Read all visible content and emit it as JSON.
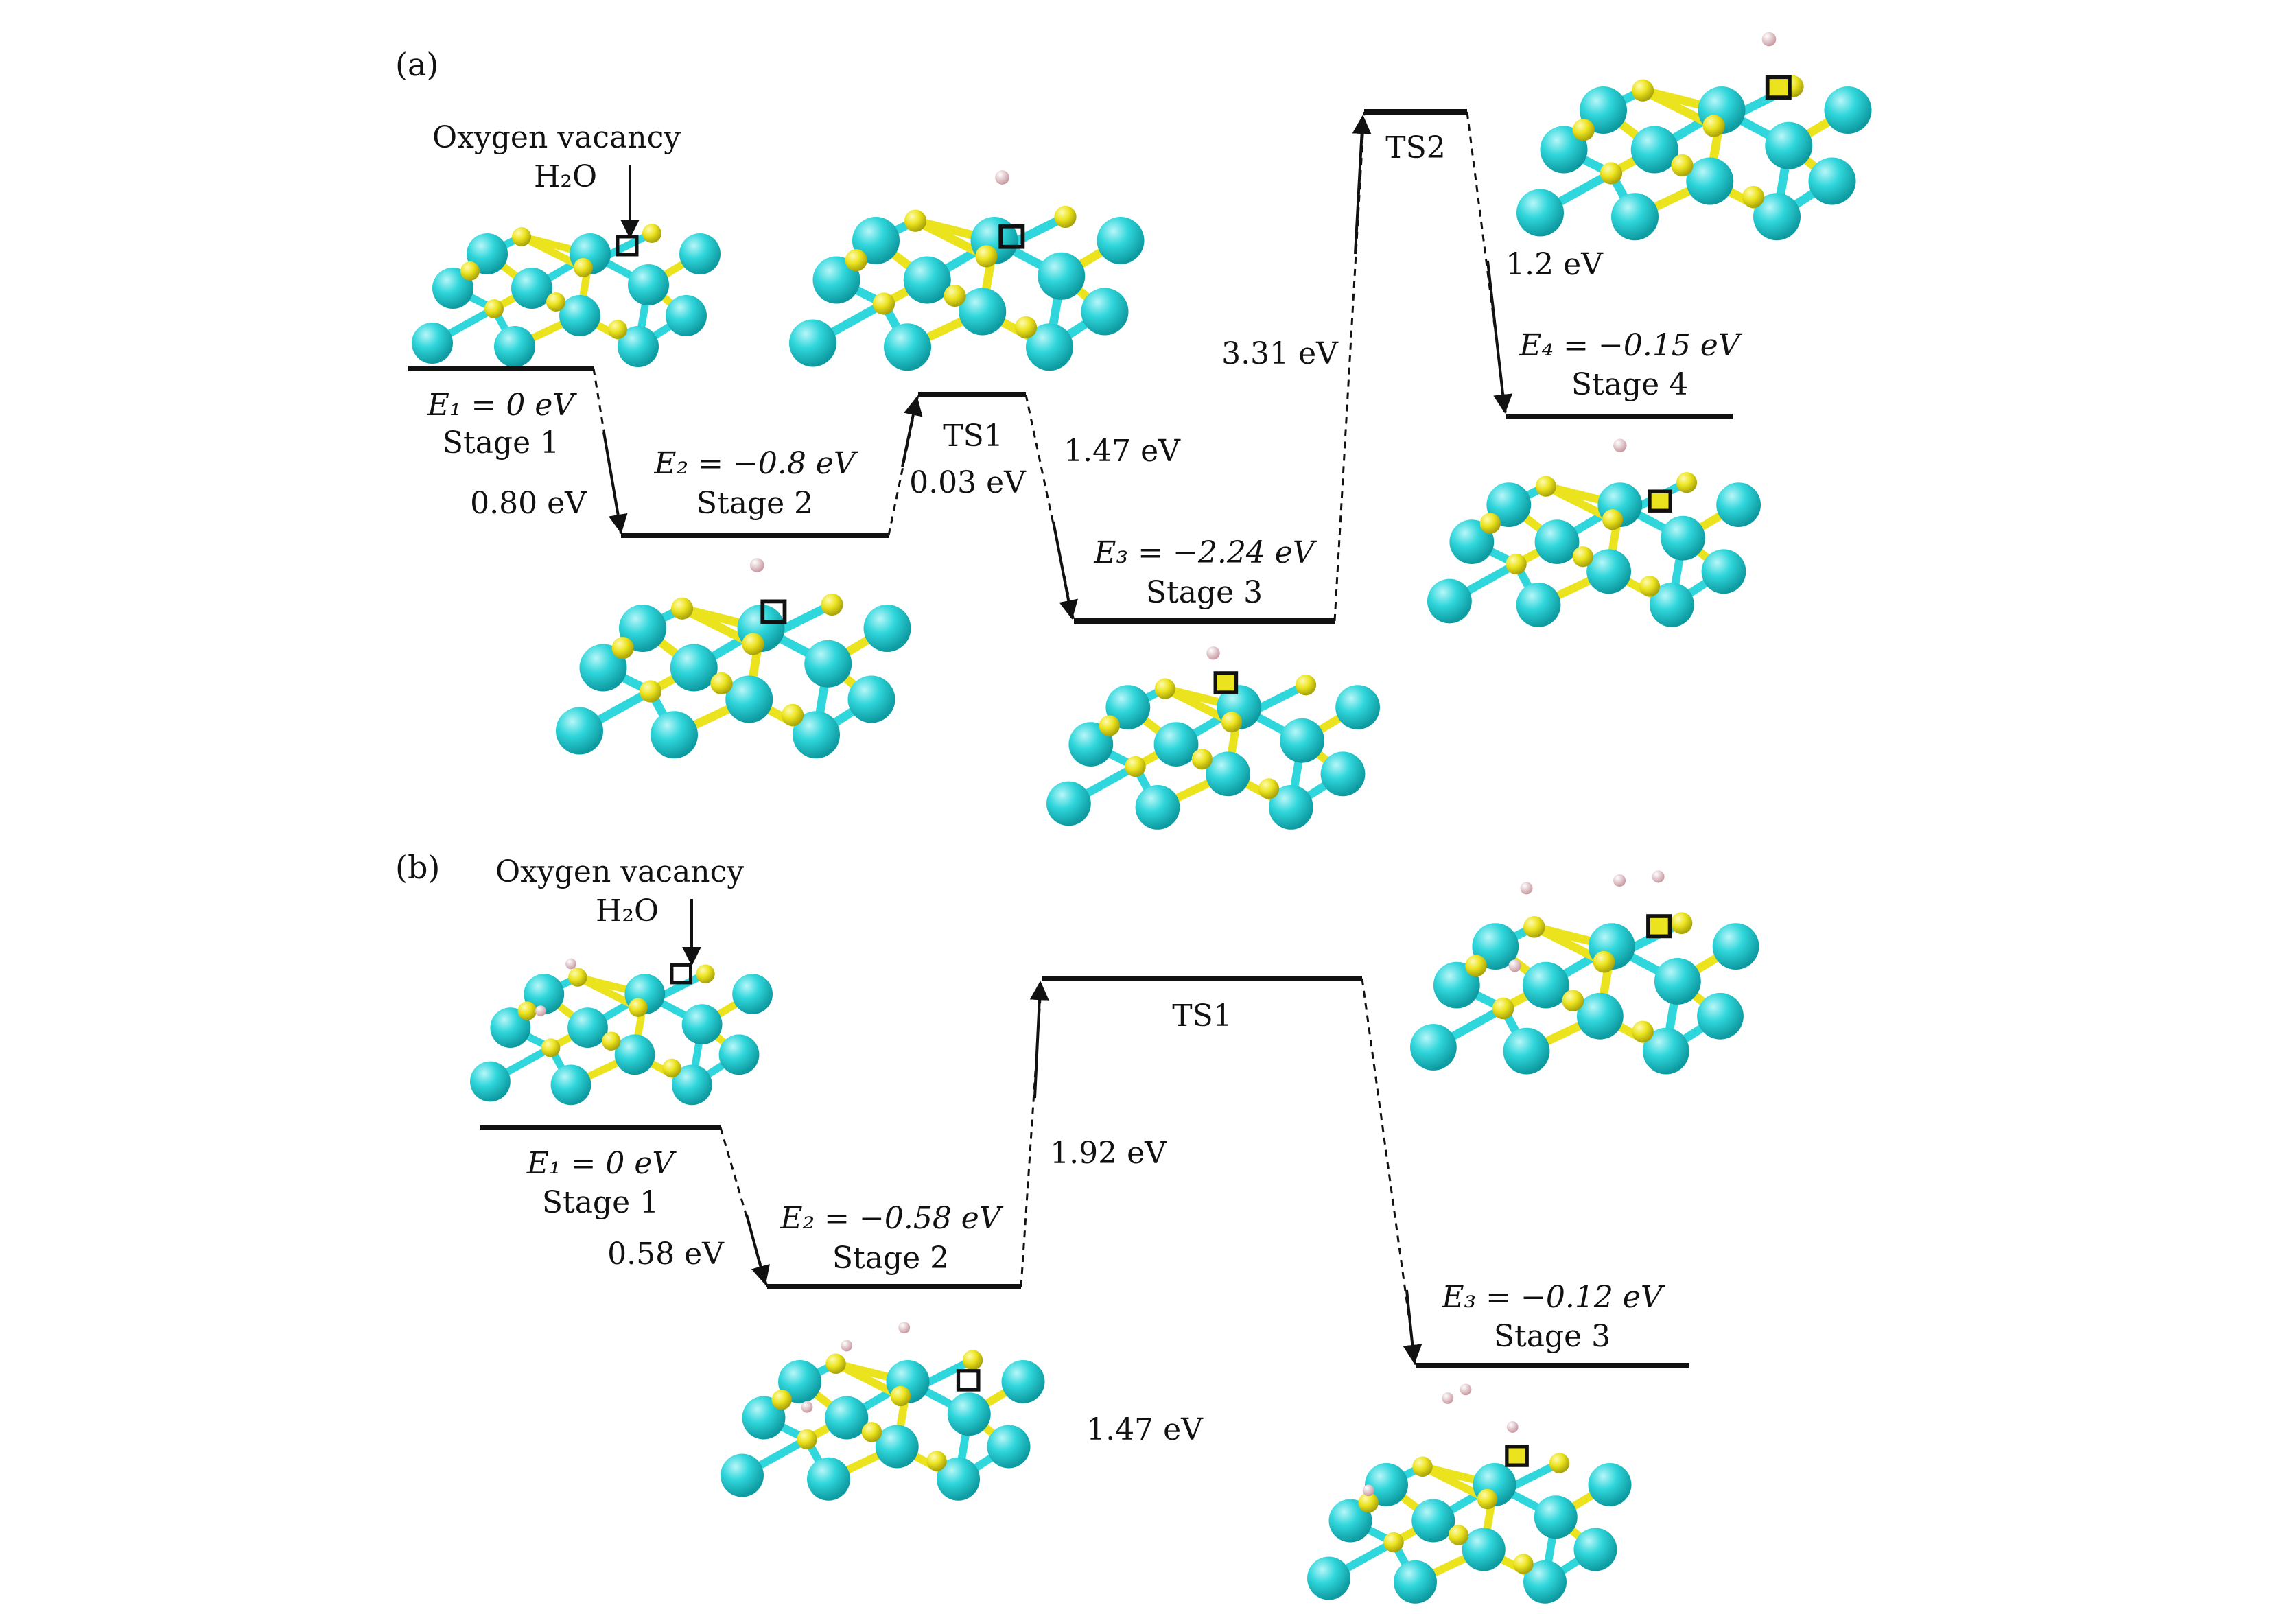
{
  "colors": {
    "ti_atom": "#29d3d8",
    "o_atom": "#e8e21a",
    "h_atom": "#e9c3c8",
    "level_line": "#111111",
    "vacancy_box": "#111111"
  },
  "panel_a": {
    "label": "(a)",
    "callout": {
      "line1": "Oxygen vacancy",
      "line2": "H₂O"
    },
    "levels": [
      {
        "id": "a1",
        "energy_label": "E₁ = 0 eV",
        "stage_label": "Stage 1"
      },
      {
        "id": "a2",
        "energy_label": "E₂ = −0.8 eV",
        "stage_label": "Stage 2"
      },
      {
        "id": "a3",
        "energy_label": "",
        "stage_label": "TS1"
      },
      {
        "id": "a4",
        "energy_label": "E₃ = −2.24 eV",
        "stage_label": "Stage 3"
      },
      {
        "id": "a5",
        "energy_label": "",
        "stage_label": "TS2"
      },
      {
        "id": "a6",
        "energy_label": "E₄ = −0.15 eV",
        "stage_label": "Stage 4"
      }
    ],
    "barriers": [
      "0.80 eV",
      "0.03 eV",
      "1.47 eV",
      "3.31 eV",
      "1.2 eV"
    ]
  },
  "panel_b": {
    "label": "(b)",
    "callout": {
      "line1": "Oxygen vacancy",
      "line2": "H₂O"
    },
    "levels": [
      {
        "id": "b1",
        "energy_label": "E₁ = 0 eV",
        "stage_label": "Stage 1"
      },
      {
        "id": "b2",
        "energy_label": "E₂ = −0.58 eV",
        "stage_label": "Stage 2"
      },
      {
        "id": "b3",
        "energy_label": "",
        "stage_label": "TS1"
      },
      {
        "id": "b4",
        "energy_label": "E₃ = −0.12 eV",
        "stage_label": "Stage 3"
      }
    ],
    "barriers": [
      "0.58 eV",
      "1.92 eV",
      "1.47 eV"
    ]
  }
}
